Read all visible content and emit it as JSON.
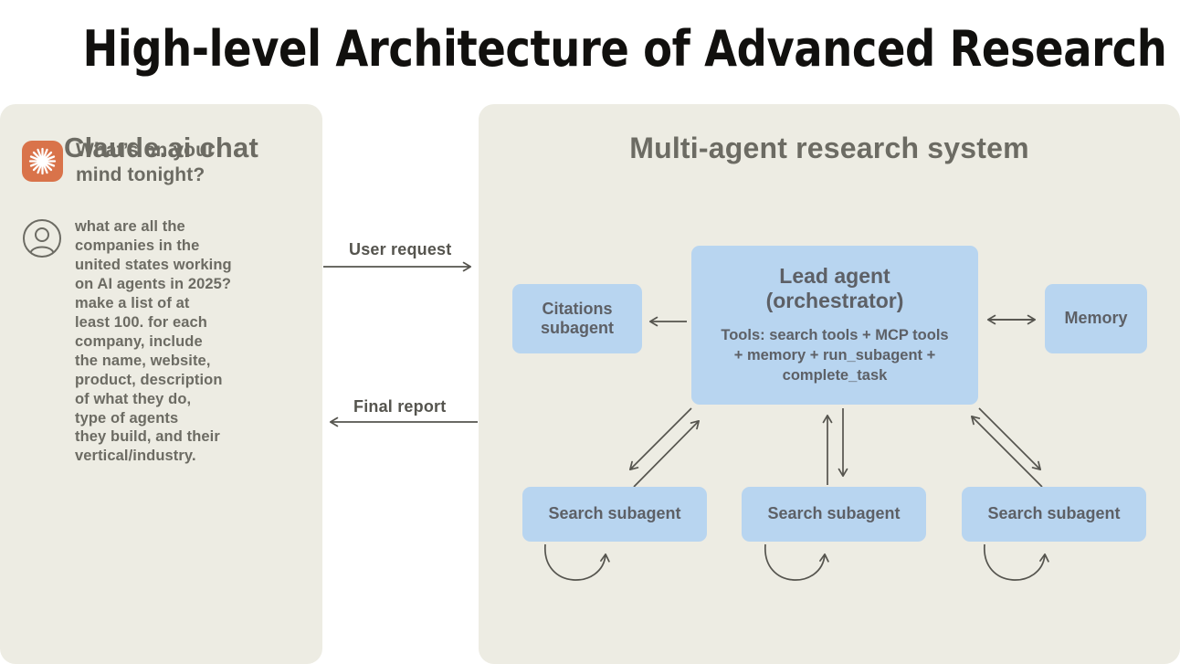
{
  "title": "High-level Architecture of Advanced Research",
  "colors": {
    "canvas_background": "#ffffff",
    "panel_background": "#edece3",
    "node_fill": "#b8d5f0",
    "node_text": "#5d6066",
    "heading_text": "#6c6b63",
    "title_text": "#11100e",
    "connector": "#55544e",
    "claude_logo_orange": "#d9734a"
  },
  "chat_panel": {
    "heading": "Claude.ai chat",
    "logo_icon": "claude-starburst-icon",
    "greeting": "What’s on your\nmind tonight?",
    "user_avatar_icon": "user-avatar-icon",
    "user_message": "what are all the\ncompanies in the\nunited states working\non AI agents in 2025?\nmake a list of at\nleast 100. for each\ncompany, include\nthe name, website,\nproduct, description\nof what they do,\ntype of agents\nthey build, and their\nvertical/industry."
  },
  "system_panel": {
    "heading": "Multi-agent research system",
    "nodes": {
      "lead": {
        "title": "Lead agent\n(orchestrator)",
        "subtitle": "Tools: search tools + MCP tools\n+ memory + run_subagent +\ncomplete_task"
      },
      "citations": {
        "title": "Citations\nsubagent"
      },
      "memory": {
        "title": "Memory"
      },
      "search": [
        {
          "title": "Search subagent"
        },
        {
          "title": "Search subagent"
        },
        {
          "title": "Search subagent"
        }
      ]
    }
  },
  "connectors": {
    "user_request": "User request",
    "final_report": "Final report"
  }
}
